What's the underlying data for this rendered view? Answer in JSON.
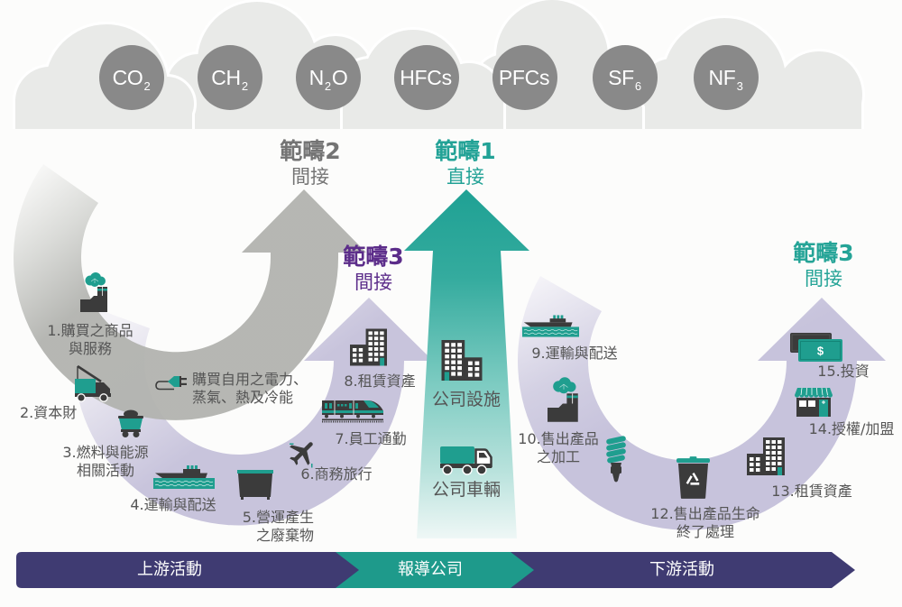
{
  "gases": [
    {
      "main": "CO",
      "sub": "2",
      "tail": ""
    },
    {
      "main": "CH",
      "sub": "2",
      "tail": ""
    },
    {
      "main": "N",
      "sub": "2",
      "tail": "O"
    },
    {
      "main": "HFCs",
      "sub": "",
      "tail": ""
    },
    {
      "main": "PFCs",
      "sub": "",
      "tail": ""
    },
    {
      "main": "SF",
      "sub": "6",
      "tail": ""
    },
    {
      "main": "NF",
      "sub": "3",
      "tail": ""
    }
  ],
  "scopes": {
    "scope2": {
      "title": "範疇2",
      "subtitle": "間接"
    },
    "scope1": {
      "title": "範疇1",
      "subtitle": "直接"
    },
    "scope3_upstream": {
      "title": "範疇3",
      "subtitle": "間接"
    },
    "scope3_downstream": {
      "title": "範疇3",
      "subtitle": "間接"
    }
  },
  "scope2_activity": {
    "icon": "plug-icon",
    "lines": [
      "購買自用之電力、",
      "蒸氣、熱及冷能"
    ]
  },
  "upstream_activities": [
    {
      "icon": "factory-icon",
      "lines": [
        "1.購買之商品",
        "與服務"
      ]
    },
    {
      "icon": "crane-truck-icon",
      "lines": [
        "2.資本財"
      ]
    },
    {
      "icon": "coal-cart-icon",
      "lines": [
        "3.燃料與能源",
        "相關活動"
      ]
    },
    {
      "icon": "ship-icon",
      "lines": [
        "4.運輸與配送"
      ]
    },
    {
      "icon": "dumpster-icon",
      "lines": [
        "5.營運產生",
        "之廢棄物"
      ]
    },
    {
      "icon": "airplane-icon",
      "lines": [
        "6.商務旅行"
      ]
    },
    {
      "icon": "train-icon",
      "lines": [
        "7.員工通勤"
      ]
    },
    {
      "icon": "office-building-icon",
      "lines": [
        "8.租賃資產"
      ]
    }
  ],
  "company_activities": [
    {
      "icon": "office-building-icon",
      "lines": [
        "公司設施"
      ]
    },
    {
      "icon": "truck-icon",
      "lines": [
        "公司車輛"
      ]
    }
  ],
  "downstream_activities": [
    {
      "icon": "ship-icon",
      "lines": [
        "9.運輸與配送"
      ]
    },
    {
      "icon": "factory-icon",
      "lines": [
        "10.售出產品",
        "之加工"
      ]
    },
    {
      "icon": "light-bulb-icon",
      "lines": []
    },
    {
      "icon": "recycle-bin-icon",
      "lines": [
        "12.售出產品生命",
        "終了處理"
      ]
    },
    {
      "icon": "office-building-icon",
      "lines": [
        "13.租賃資產"
      ]
    },
    {
      "icon": "storefront-icon",
      "lines": [
        "14.授權/加盟"
      ]
    },
    {
      "icon": "money-icon",
      "icon_text": "$",
      "lines": [
        "15.投資"
      ]
    }
  ],
  "value_chain_bar": {
    "upstream": "上游活動",
    "reporting_company": "報導公司",
    "downstream": "下游活動"
  },
  "colors": {
    "icon_teal": "#1f9e8f",
    "icon_dark": "#3b3b3b",
    "bar_navy": "#3f3b72",
    "bar_teal": "#1e9a8b",
    "gas_bubble": "#898989",
    "scope1_text": "#22a296",
    "scope2_text": "#747474",
    "scope3_upstream_text": "#5c2d8a",
    "scope3_downstream_text": "#25a497",
    "scope2_arc": "#b2b3af",
    "scope3_arc": "#c8c4dc",
    "cloud": "#e9eae8"
  }
}
